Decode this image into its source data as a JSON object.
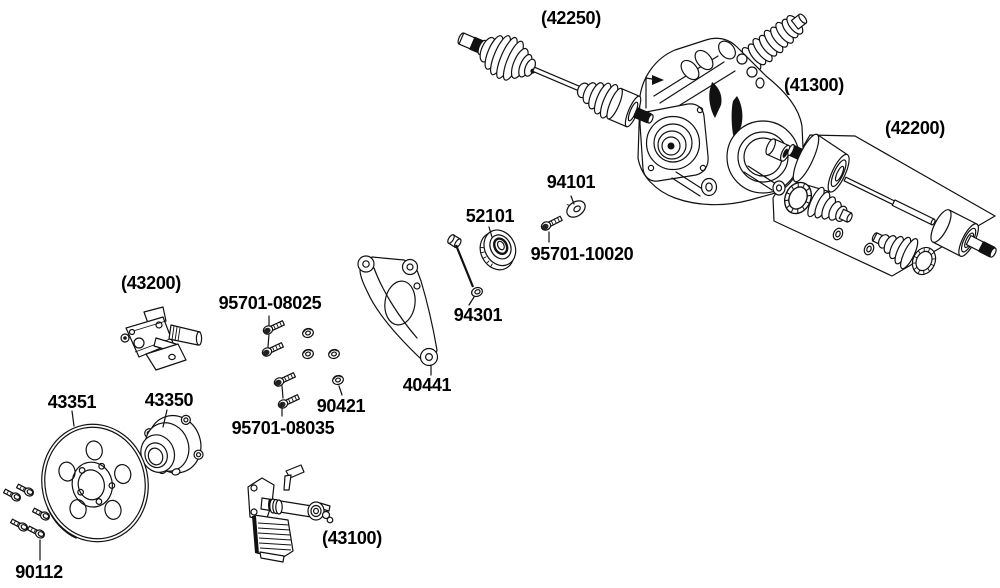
{
  "diagram": {
    "colors": {
      "background": "#ffffff",
      "line": "#111111"
    },
    "labels": [
      {
        "id": "42250",
        "text": "(42250)"
      },
      {
        "id": "41300",
        "text": "(41300)"
      },
      {
        "id": "42200",
        "text": "(42200)"
      },
      {
        "id": "94101",
        "text": "94101"
      },
      {
        "id": "52101",
        "text": "52101"
      },
      {
        "id": "95701-10020",
        "text": "95701-10020"
      },
      {
        "id": "94301",
        "text": "94301"
      },
      {
        "id": "40441",
        "text": "40441"
      },
      {
        "id": "43200",
        "text": "(43200)"
      },
      {
        "id": "95701-08025",
        "text": "95701-08025"
      },
      {
        "id": "43350",
        "text": "43350"
      },
      {
        "id": "90421",
        "text": "90421"
      },
      {
        "id": "95701-08035",
        "text": "95701-08035"
      },
      {
        "id": "43351",
        "text": "43351"
      },
      {
        "id": "43100",
        "text": "(43100)"
      },
      {
        "id": "90112",
        "text": "90112"
      }
    ]
  }
}
